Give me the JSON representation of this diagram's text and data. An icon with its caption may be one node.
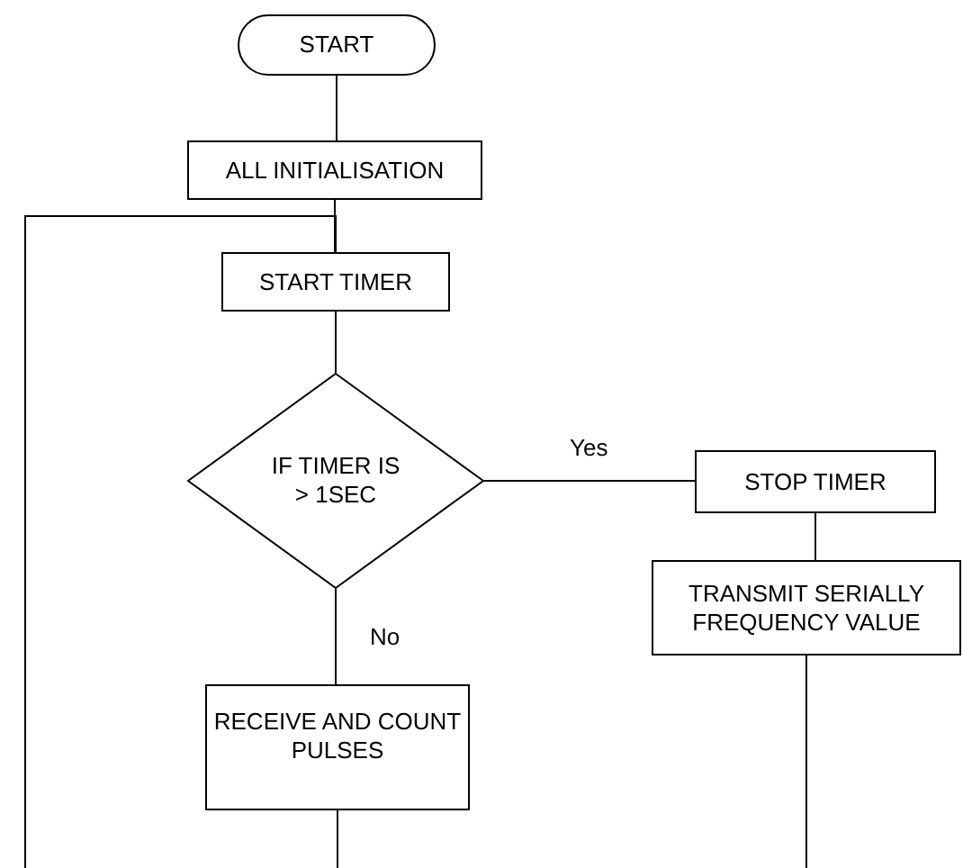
{
  "diagram": {
    "nodes": [
      {
        "text": [
          "START"
        ]
      },
      {
        "text": [
          "ALL INITIALISATION"
        ]
      },
      {
        "text": [
          "START TIMER"
        ]
      },
      {
        "text": [
          "IF TIMER IS > 1SEC"
        ]
      },
      {
        "text": [
          "STOP TIMER"
        ]
      },
      {
        "text": [
          "TRANSMIT SERIALLY FREQUENCY VALUE"
        ]
      },
      {
        "text": [
          "RECEIVE AND COUNT PULSES"
        ]
      }
    ],
    "edges": [
      {
        "from": 0,
        "to": 1,
        "arrow": "none"
      },
      {
        "from": 1,
        "to": 2,
        "arrow": "none"
      },
      {
        "from": 2,
        "to": 3,
        "arrow": "none"
      },
      {
        "from": 3,
        "to": 4,
        "label": "Yes",
        "arrow": "none"
      },
      {
        "from": 4,
        "to": 5,
        "arrow": "none"
      },
      {
        "from": 3,
        "to": 6,
        "label": "No",
        "arrow": "none"
      },
      {
        "from": 6,
        "to": null,
        "arrow": "none"
      },
      {
        "from": 5,
        "to": null,
        "arrow": "none"
      },
      {
        "from": null,
        "to": 2,
        "arrow": "none"
      }
    ]
  }
}
